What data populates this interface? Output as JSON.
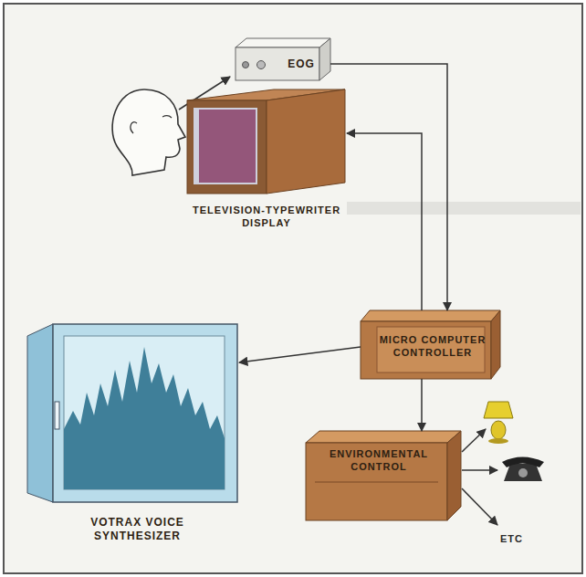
{
  "diagram": {
    "nodes": [
      {
        "text": [
          "EOG"
        ]
      },
      {
        "text": [
          "TELEVISION-TYPEWRITER DISPLAY"
        ]
      },
      {
        "text": [
          "MICRO COMPUTER CONTROLLER"
        ]
      },
      {
        "text": [
          "VOTRAX VOICE SYNTHESIZER"
        ]
      },
      {
        "text": [
          "ENVIRONMENTAL CONTROL"
        ]
      }
    ],
    "edges": [
      {
        "from": 0,
        "to": 2,
        "arrow": "to"
      },
      {
        "from": 2,
        "to": 1,
        "arrow": "to"
      },
      {
        "from": 2,
        "to": 3,
        "arrow": "to"
      },
      {
        "from": 2,
        "to": 4,
        "arrow": "to"
      }
    ],
    "labels": [
      "ETC"
    ]
  }
}
